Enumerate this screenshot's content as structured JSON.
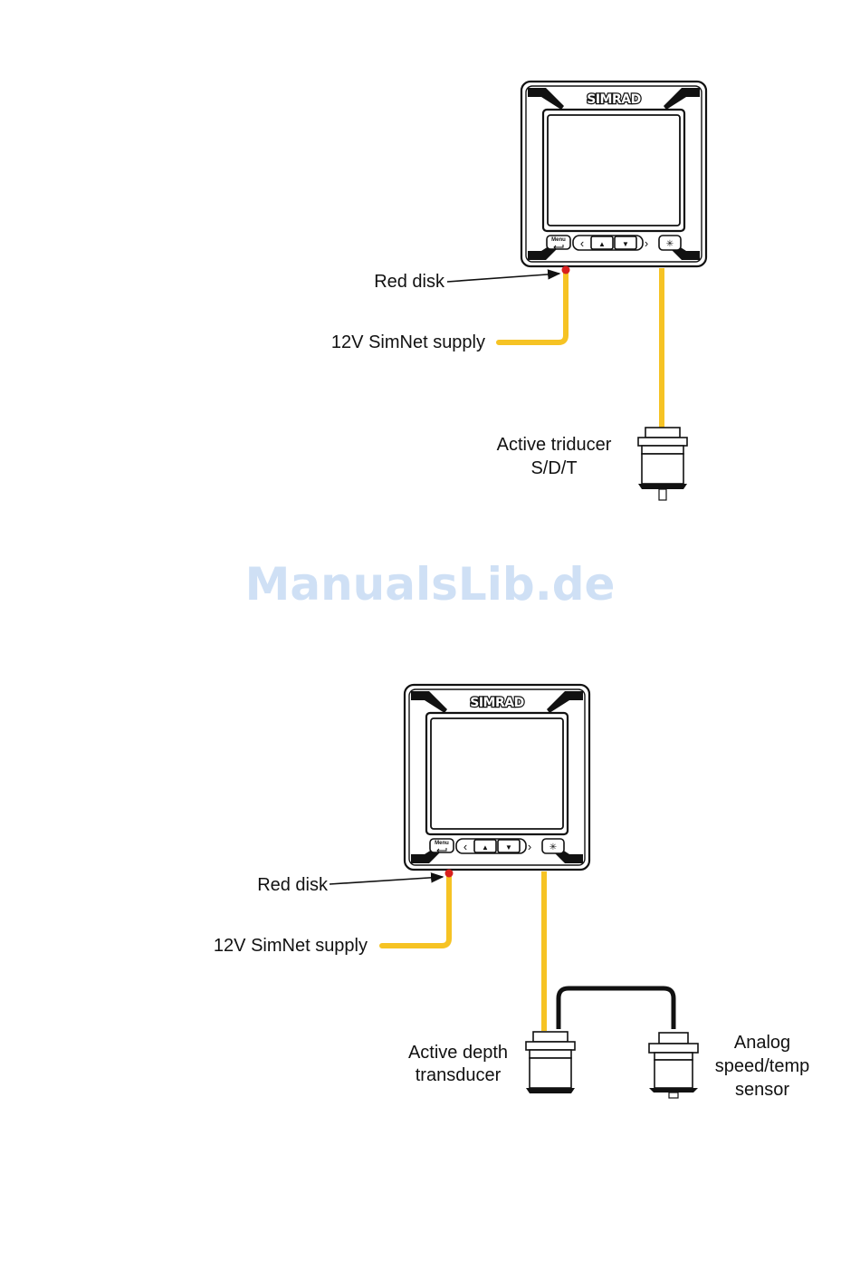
{
  "colors": {
    "cable": "#f6c324",
    "cable_black": "#111111",
    "red_disk": "#d8201f",
    "watermark": "#cfe0f5"
  },
  "icons": [
    "display-unit",
    "red-disk",
    "transducer",
    "sensor",
    "snowflake-icon",
    "enter-arrow-icon"
  ],
  "display": {
    "brand": "SIMRAD",
    "menu_key": "Menu",
    "keys": [
      "‹",
      "▲",
      "▼",
      "›"
    ]
  },
  "watermark": "ManualsLib.de",
  "diagram_top": {
    "red_disk_label": "Red disk",
    "supply_label": "12V SimNet supply",
    "transducer_label_line1": "Active triducer",
    "transducer_label_line2": "S/D/T"
  },
  "diagram_bottom": {
    "red_disk_label": "Red disk",
    "supply_label": "12V SimNet supply",
    "depth_label_line1": "Active depth",
    "depth_label_line2": "transducer",
    "sensor_label_line1": "Analog",
    "sensor_label_line2": "speed/temp",
    "sensor_label_line3": "sensor"
  }
}
